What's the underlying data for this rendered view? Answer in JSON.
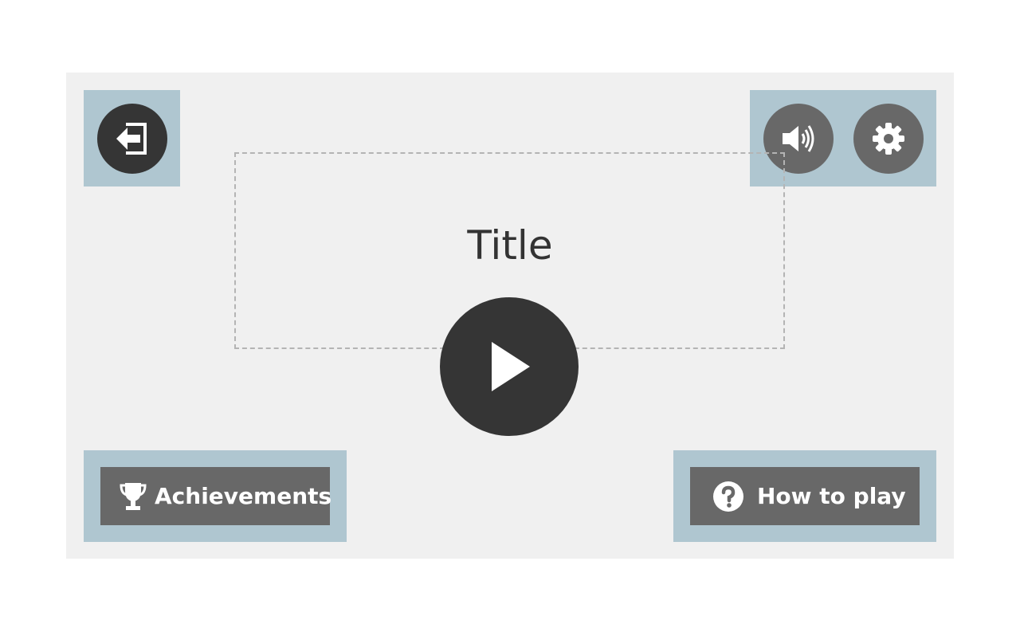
{
  "title": "Title",
  "buttons": {
    "exit": {
      "icon": "exit-icon"
    },
    "audio": {
      "icon": "speaker-icon"
    },
    "settings": {
      "icon": "gear-icon"
    },
    "play": {
      "icon": "play-icon"
    },
    "achievements": {
      "label": "Achievements",
      "icon": "trophy-icon"
    },
    "how_to_play": {
      "label": "How to play",
      "icon": "question-circle-icon"
    }
  },
  "colors": {
    "stage_background": "#f0f0f0",
    "zone_background": "#afc6d0",
    "dark_button": "#353535",
    "grey_button": "#686868",
    "icon": "#ffffff"
  }
}
